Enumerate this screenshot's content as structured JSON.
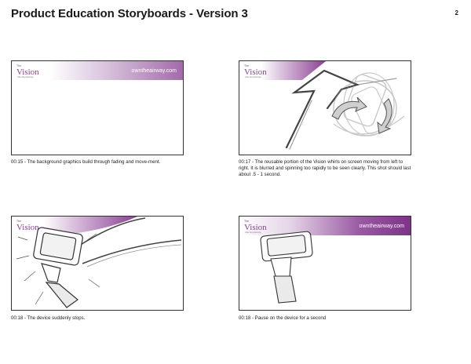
{
  "page": {
    "title": "Product Education Storyboards - Version 3",
    "page_number": "2"
  },
  "brand": {
    "logo_small": "The",
    "logo_word": "Vision",
    "logo_sub": "video laryngoscope",
    "website": "owntheairway.com",
    "accent_color": "#8a3f93"
  },
  "panels": [
    {
      "caption": "00:15 - The background graphics build through fading and move-ment."
    },
    {
      "caption": "00:17 - The reusable portion of the Vision whirls on screen moving from left to right. It is blurred and spinning too rapidly to be seen clearly. This shot should last about .5 - 1 second."
    },
    {
      "caption": "00:18 - The device suddenly stops."
    },
    {
      "caption": "00:18 - Pause on the device for a second"
    }
  ]
}
